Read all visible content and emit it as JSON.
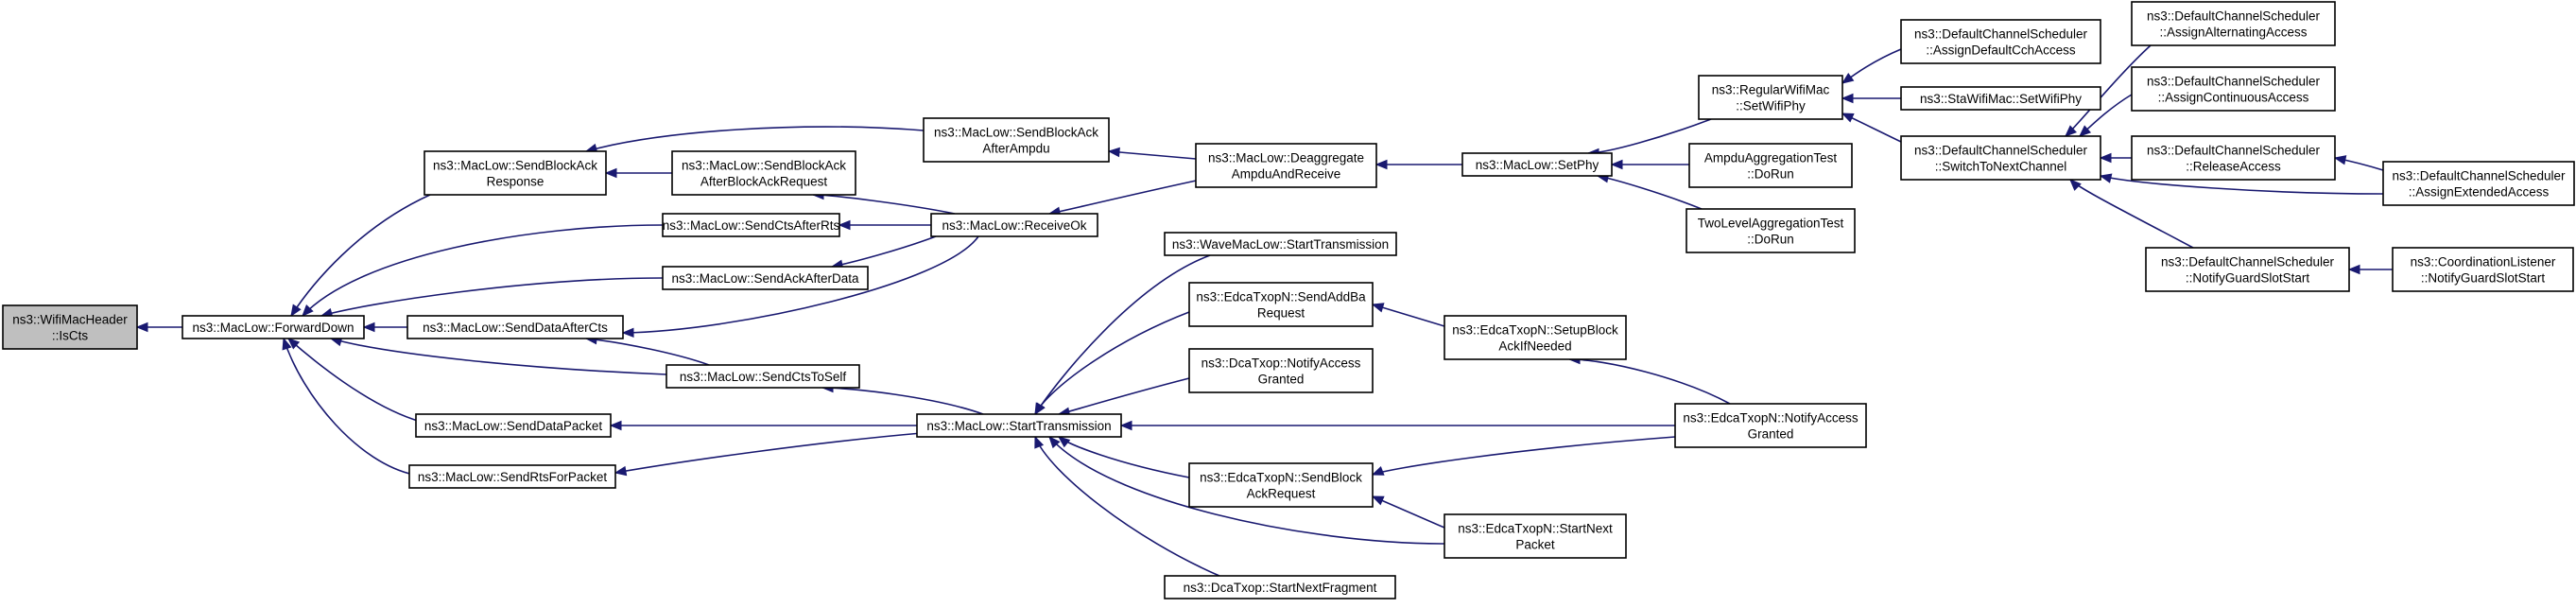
{
  "graph": {
    "title": "",
    "colors": {
      "edge": "#191970",
      "root_fill": "#bfbfbf",
      "node_fill": "#ffffff",
      "node_border": "#000000"
    },
    "nodes": [
      {
        "id": "n_root",
        "lines": [
          "ns3::WifiMacHeader",
          "::IsCts"
        ],
        "root": true
      },
      {
        "id": "n_fwd",
        "lines": [
          "ns3::MacLow::ForwardDown"
        ]
      },
      {
        "id": "n_sbar",
        "lines": [
          "ns3::MacLow::SendBlockAck",
          "Response"
        ]
      },
      {
        "id": "n_sctsrts",
        "lines": [
          "ns3::MacLow::SendCtsAfterRts"
        ]
      },
      {
        "id": "n_sackdata",
        "lines": [
          "ns3::MacLow::SendAckAfterData"
        ]
      },
      {
        "id": "n_sdcts",
        "lines": [
          "ns3::MacLow::SendDataAfterCts"
        ]
      },
      {
        "id": "n_sdpkt",
        "lines": [
          "ns3::MacLow::SendDataPacket"
        ]
      },
      {
        "id": "n_srts",
        "lines": [
          "ns3::MacLow::SendRtsForPacket"
        ]
      },
      {
        "id": "n_sbaabar",
        "lines": [
          "ns3::MacLow::SendBlockAck",
          "AfterBlockAckRequest"
        ]
      },
      {
        "id": "n_sctsself",
        "lines": [
          "ns3::MacLow::SendCtsToSelf"
        ]
      },
      {
        "id": "n_sbaampdu",
        "lines": [
          "ns3::MacLow::SendBlockAck",
          "AfterAmpdu"
        ]
      },
      {
        "id": "n_recv",
        "lines": [
          "ns3::MacLow::ReceiveOk"
        ]
      },
      {
        "id": "n_start",
        "lines": [
          "ns3::MacLow::StartTransmission"
        ]
      },
      {
        "id": "n_deagg",
        "lines": [
          "ns3::MacLow::Deaggregate",
          "AmpduAndReceive"
        ]
      },
      {
        "id": "n_wave",
        "lines": [
          "ns3::WaveMacLow::StartTransmission"
        ]
      },
      {
        "id": "n_addba",
        "lines": [
          "ns3::EdcaTxopN::SendAddBa",
          "Request"
        ]
      },
      {
        "id": "n_dcana",
        "lines": [
          "ns3::DcaTxop::NotifyAccess",
          "Granted"
        ]
      },
      {
        "id": "n_sbreq",
        "lines": [
          "ns3::EdcaTxopN::SendBlock",
          "AckRequest"
        ]
      },
      {
        "id": "n_dcanext",
        "lines": [
          "ns3::DcaTxop::StartNextFragment"
        ]
      },
      {
        "id": "n_setphy",
        "lines": [
          "ns3::MacLow::SetPhy"
        ]
      },
      {
        "id": "n_setup",
        "lines": [
          "ns3::EdcaTxopN::SetupBlock",
          "AckIfNeeded"
        ]
      },
      {
        "id": "n_snp",
        "lines": [
          "ns3::EdcaTxopN::StartNext",
          "Packet"
        ]
      },
      {
        "id": "n_regwifi",
        "lines": [
          "ns3::RegularWifiMac",
          "::SetWifiPhy"
        ]
      },
      {
        "id": "n_ampdutest",
        "lines": [
          "AmpduAggregationTest",
          "::DoRun"
        ]
      },
      {
        "id": "n_twolevel",
        "lines": [
          "TwoLevelAggregationTest",
          "::DoRun"
        ]
      },
      {
        "id": "n_edcana",
        "lines": [
          "ns3::EdcaTxopN::NotifyAccess",
          "Granted"
        ]
      },
      {
        "id": "n_adcch",
        "lines": [
          "ns3::DefaultChannelScheduler",
          "::AssignDefaultCchAccess"
        ]
      },
      {
        "id": "n_stawifi",
        "lines": [
          "ns3::StaWifiMac::SetWifiPhy"
        ]
      },
      {
        "id": "n_switch",
        "lines": [
          "ns3::DefaultChannelScheduler",
          "::SwitchToNextChannel"
        ]
      },
      {
        "id": "n_alt",
        "lines": [
          "ns3::DefaultChannelScheduler",
          "::AssignAlternatingAccess"
        ]
      },
      {
        "id": "n_cont",
        "lines": [
          "ns3::DefaultChannelScheduler",
          "::AssignContinuousAccess"
        ]
      },
      {
        "id": "n_rel",
        "lines": [
          "ns3::DefaultChannelScheduler",
          "::ReleaseAccess"
        ]
      },
      {
        "id": "n_ngss",
        "lines": [
          "ns3::DefaultChannelScheduler",
          "::NotifyGuardSlotStart"
        ]
      },
      {
        "id": "n_ext",
        "lines": [
          "ns3::DefaultChannelScheduler",
          "::AssignExtendedAccess"
        ]
      },
      {
        "id": "n_coord",
        "lines": [
          "ns3::CoordinationListener",
          "::NotifyGuardSlotStart"
        ]
      }
    ],
    "edges": [
      {
        "from": "n_fwd",
        "to": "n_root"
      },
      {
        "from": "n_sbar",
        "to": "n_fwd"
      },
      {
        "from": "n_sctsrts",
        "to": "n_fwd"
      },
      {
        "from": "n_sackdata",
        "to": "n_fwd"
      },
      {
        "from": "n_sdcts",
        "to": "n_fwd"
      },
      {
        "from": "n_sdpkt",
        "to": "n_fwd"
      },
      {
        "from": "n_srts",
        "to": "n_fwd"
      },
      {
        "from": "n_sctsself",
        "to": "n_fwd"
      },
      {
        "from": "n_sbaampdu",
        "to": "n_sbar"
      },
      {
        "from": "n_sbaabar",
        "to": "n_sbar"
      },
      {
        "from": "n_recv",
        "to": "n_sbaabar"
      },
      {
        "from": "n_recv",
        "to": "n_sctsrts"
      },
      {
        "from": "n_recv",
        "to": "n_sackdata"
      },
      {
        "from": "n_recv",
        "to": "n_sdcts"
      },
      {
        "from": "n_sctsself",
        "to": "n_sdcts"
      },
      {
        "from": "n_start",
        "to": "n_sctsself"
      },
      {
        "from": "n_start",
        "to": "n_sdpkt"
      },
      {
        "from": "n_start",
        "to": "n_srts"
      },
      {
        "from": "n_deagg",
        "to": "n_sbaampdu"
      },
      {
        "from": "n_deagg",
        "to": "n_recv"
      },
      {
        "from": "n_setphy",
        "to": "n_deagg"
      },
      {
        "from": "n_wave",
        "to": "n_start"
      },
      {
        "from": "n_addba",
        "to": "n_start"
      },
      {
        "from": "n_dcana",
        "to": "n_start"
      },
      {
        "from": "n_sbreq",
        "to": "n_start"
      },
      {
        "from": "n_dcanext",
        "to": "n_start"
      },
      {
        "from": "n_snp",
        "to": "n_start"
      },
      {
        "from": "n_edcana",
        "to": "n_start"
      },
      {
        "from": "n_setup",
        "to": "n_addba"
      },
      {
        "from": "n_edcana",
        "to": "n_setup"
      },
      {
        "from": "n_snp",
        "to": "n_sbreq"
      },
      {
        "from": "n_edcana",
        "to": "n_sbreq"
      },
      {
        "from": "n_regwifi",
        "to": "n_setphy"
      },
      {
        "from": "n_ampdutest",
        "to": "n_setphy"
      },
      {
        "from": "n_twolevel",
        "to": "n_setphy"
      },
      {
        "from": "n_adcch",
        "to": "n_regwifi"
      },
      {
        "from": "n_stawifi",
        "to": "n_regwifi"
      },
      {
        "from": "n_switch",
        "to": "n_regwifi"
      },
      {
        "from": "n_alt",
        "to": "n_switch"
      },
      {
        "from": "n_cont",
        "to": "n_switch"
      },
      {
        "from": "n_rel",
        "to": "n_switch"
      },
      {
        "from": "n_ngss",
        "to": "n_switch"
      },
      {
        "from": "n_ext",
        "to": "n_switch"
      },
      {
        "from": "n_ext",
        "to": "n_rel"
      },
      {
        "from": "n_coord",
        "to": "n_ngss"
      }
    ]
  }
}
